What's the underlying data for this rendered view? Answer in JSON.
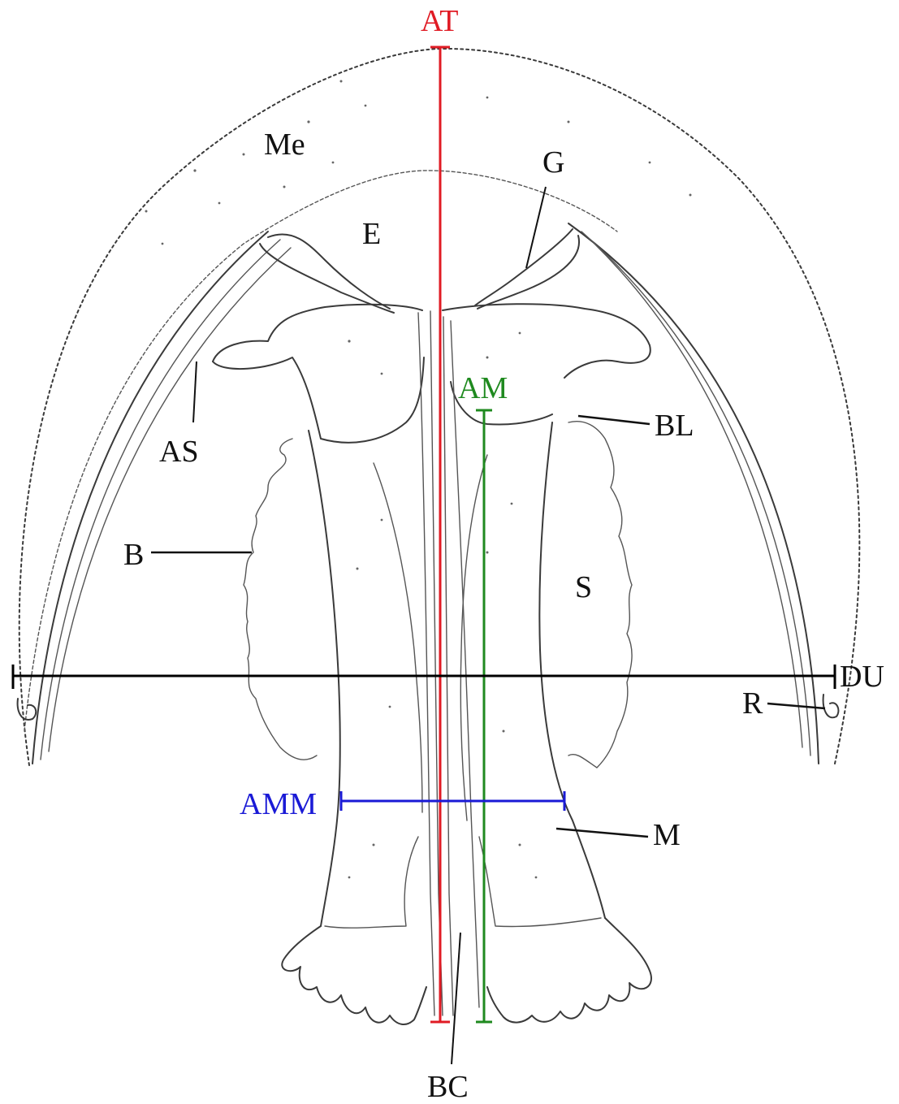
{
  "colors": {
    "ink": "#3a3a3a",
    "label": "#111111",
    "at_line": "#e01b24",
    "am_line": "#1f8a1f",
    "amm_line": "#1a1ad6",
    "du_line": "#000000"
  },
  "labels": {
    "at": "AT",
    "me": "Me",
    "g": "G",
    "e": "E",
    "am": "AM",
    "bl": "BL",
    "as": "AS",
    "b": "B",
    "s": "S",
    "du": "DU",
    "r": "R",
    "amm": "AMM",
    "m": "M",
    "bc": "BC"
  }
}
